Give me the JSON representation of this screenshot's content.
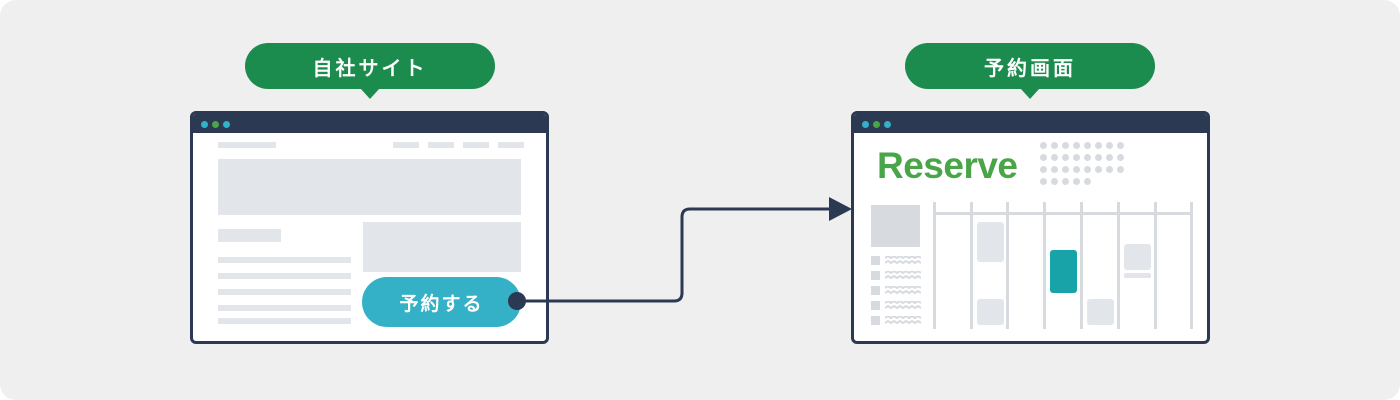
{
  "left_panel": {
    "label": "自社サイト",
    "cta_label": "予約する"
  },
  "right_panel": {
    "label": "予約画面",
    "logo_text": "Reserve"
  },
  "colors": {
    "background": "#efefef",
    "label_green": "#1c8c4e",
    "window_frame": "#2b3a52",
    "cta_teal": "#34b1c7",
    "logo_green": "#4aa548",
    "booking_teal": "#17a3a8",
    "placeholder_gray": "#e2e5e9"
  }
}
